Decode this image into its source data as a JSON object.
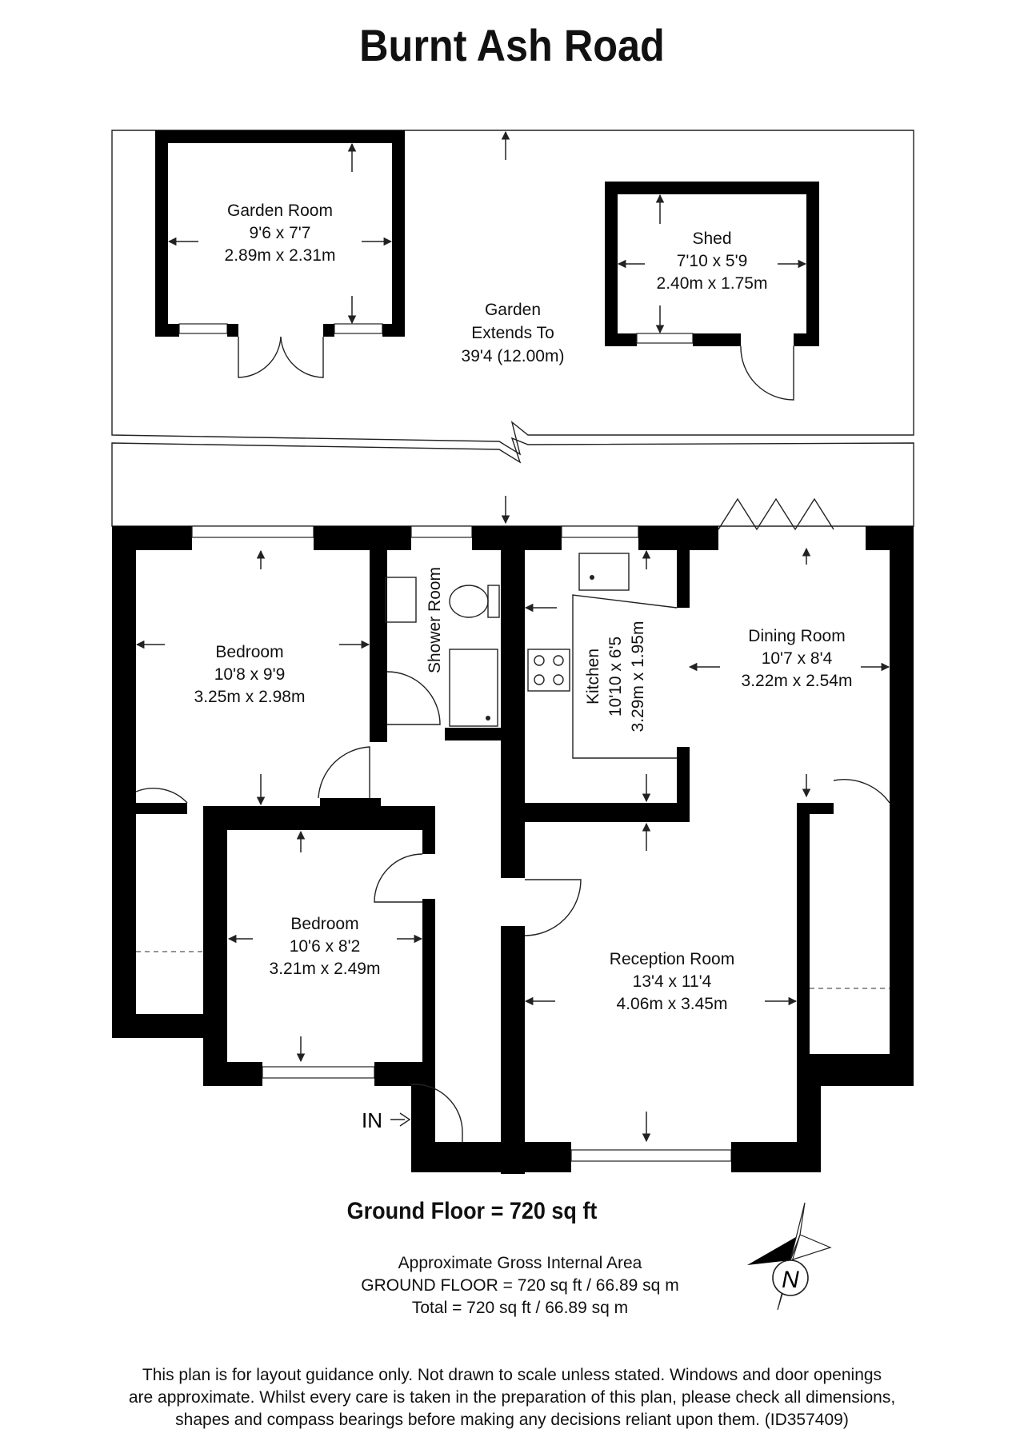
{
  "title": "Burnt Ash Road",
  "rooms": [
    {
      "name": "Garden Room",
      "imperial": "9'6 x 7'7",
      "metric": "2.89m x 2.31m"
    },
    {
      "name": "Shed",
      "imperial": "7'10 x 5'9",
      "metric": "2.40m x 1.75m"
    },
    {
      "name": "Bedroom",
      "imperial": "10'8 x 9'9",
      "metric": "3.25m x 2.98m"
    },
    {
      "name": "Shower Room"
    },
    {
      "name": "Kitchen",
      "imperial": "10'10 x 6'5",
      "metric": "3.29m x 1.95m"
    },
    {
      "name": "Dining Room",
      "imperial": "10'7 x 8'4",
      "metric": "3.22m x 2.54m"
    },
    {
      "name": "Bedroom",
      "imperial": "10'6 x 8'2",
      "metric": "3.21m x 2.49m"
    },
    {
      "name": "Reception Room",
      "imperial": "13'4 x 11'4",
      "metric": "4.06m x 3.45m"
    }
  ],
  "garden": {
    "line1": "Garden",
    "line2": "Extends To",
    "line3": "39'4 (12.00m)"
  },
  "entrance": "IN",
  "compass": "N",
  "floor_area": "Ground Floor = 720 sq ft",
  "gross_area": {
    "line1": "Approximate Gross Internal Area",
    "line2": "GROUND FLOOR = 720 sq ft / 66.89 sq m",
    "line3": "Total = 720 sq ft / 66.89 sq m"
  },
  "disclaimer": {
    "line1": "This plan is for layout guidance only. Not drawn to scale unless stated. Windows and door openings",
    "line2": "are approximate. Whilst every care is taken in the preparation of this plan, please check all dimensions,",
    "line3": "shapes and compass bearings before making any decisions reliant upon them. (ID357409)"
  }
}
